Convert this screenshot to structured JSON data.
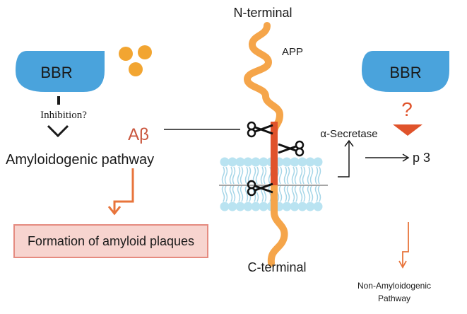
{
  "left": {
    "badge": "BBR",
    "inhibition": "Inhibition?",
    "abeta": "Aβ",
    "pathway": "Amyloidogenic pathway",
    "plaques": "Formation of amyloid plaques"
  },
  "center": {
    "n_terminal": "N-terminal",
    "app": "APP",
    "c_terminal": "C-terminal"
  },
  "right": {
    "badge": "BBR",
    "question": "?",
    "secretase": "α-Secretase",
    "p3": "p 3",
    "non_amyloid_line1": "Non-Amyloidogenic",
    "non_amyloid_line2": "Pathway"
  },
  "colors": {
    "bbr_blue": "#4aa3dc",
    "particle_orange": "#f2a531",
    "app_orange": "#f5a54a",
    "cleavage_red": "#e0532b",
    "membrane_blue": "#b9e3f1",
    "plaque_fill": "#f7d4cf",
    "plaque_border": "#e58b80",
    "arrow_orange": "#e8743b"
  }
}
